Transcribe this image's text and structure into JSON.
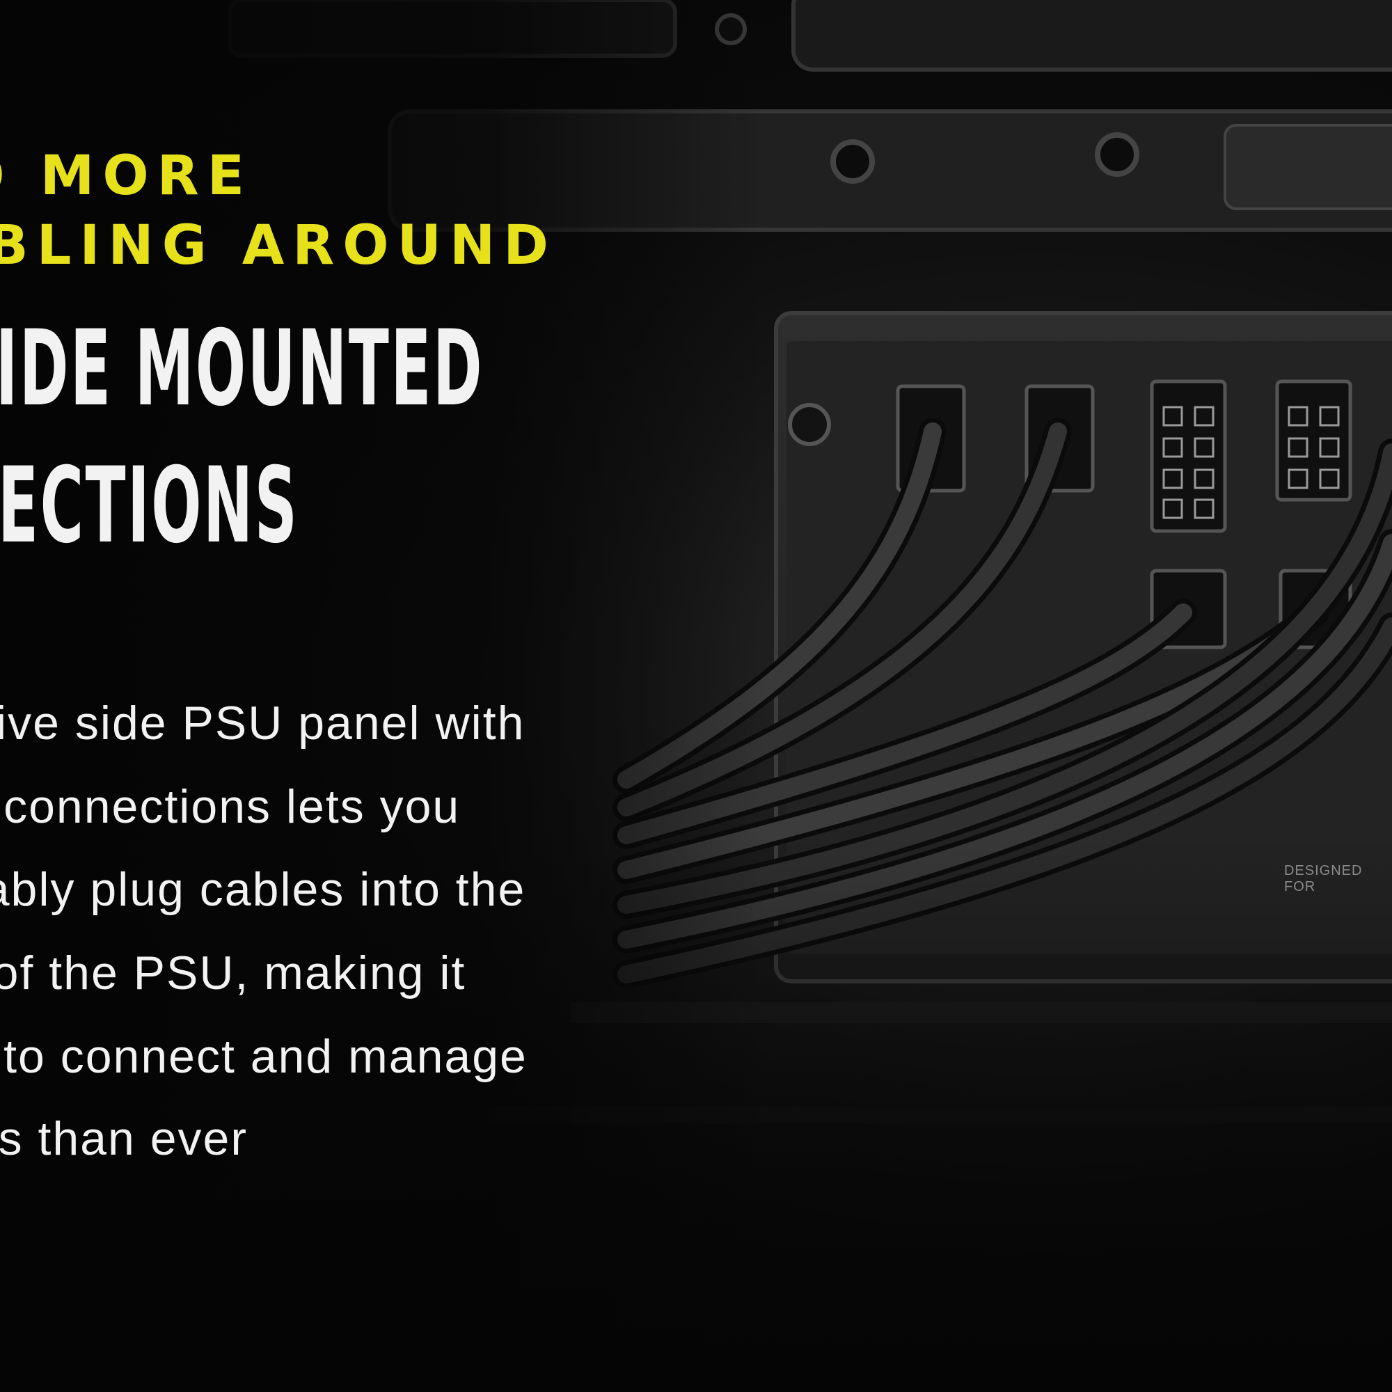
{
  "theme": {
    "accent": "#e6e11a",
    "text": "#f2f2f2",
    "background": "#060606"
  },
  "banner": {
    "eyebrow_line1": "NO MORE",
    "eyebrow_line2": "FUMBLING AROUND",
    "headline_line1": "SIDE MOUNTED",
    "headline_line2": "CONNECTIONS",
    "body_lines": [
      "Innovative side PSU panel with",
      "power connections lets you",
      "comfortably plug cables into the",
      "side of the PSU, making it",
      "easier to connect and manage",
      "cables than ever"
    ],
    "psu_label": "DESIGNED FOR"
  }
}
